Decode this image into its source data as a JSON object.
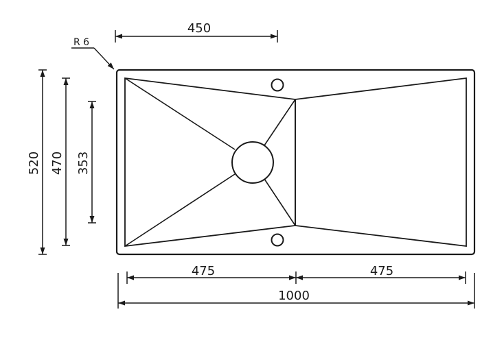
{
  "dimensions": {
    "top_width": "450",
    "corner_radius": "R 6",
    "overall_height": "520",
    "inner_height": "470",
    "drain_height": "353",
    "left_width": "475",
    "right_width": "475",
    "overall_width": "1000"
  },
  "colors": {
    "line": "#1a1a1a",
    "background": "#ffffff"
  }
}
